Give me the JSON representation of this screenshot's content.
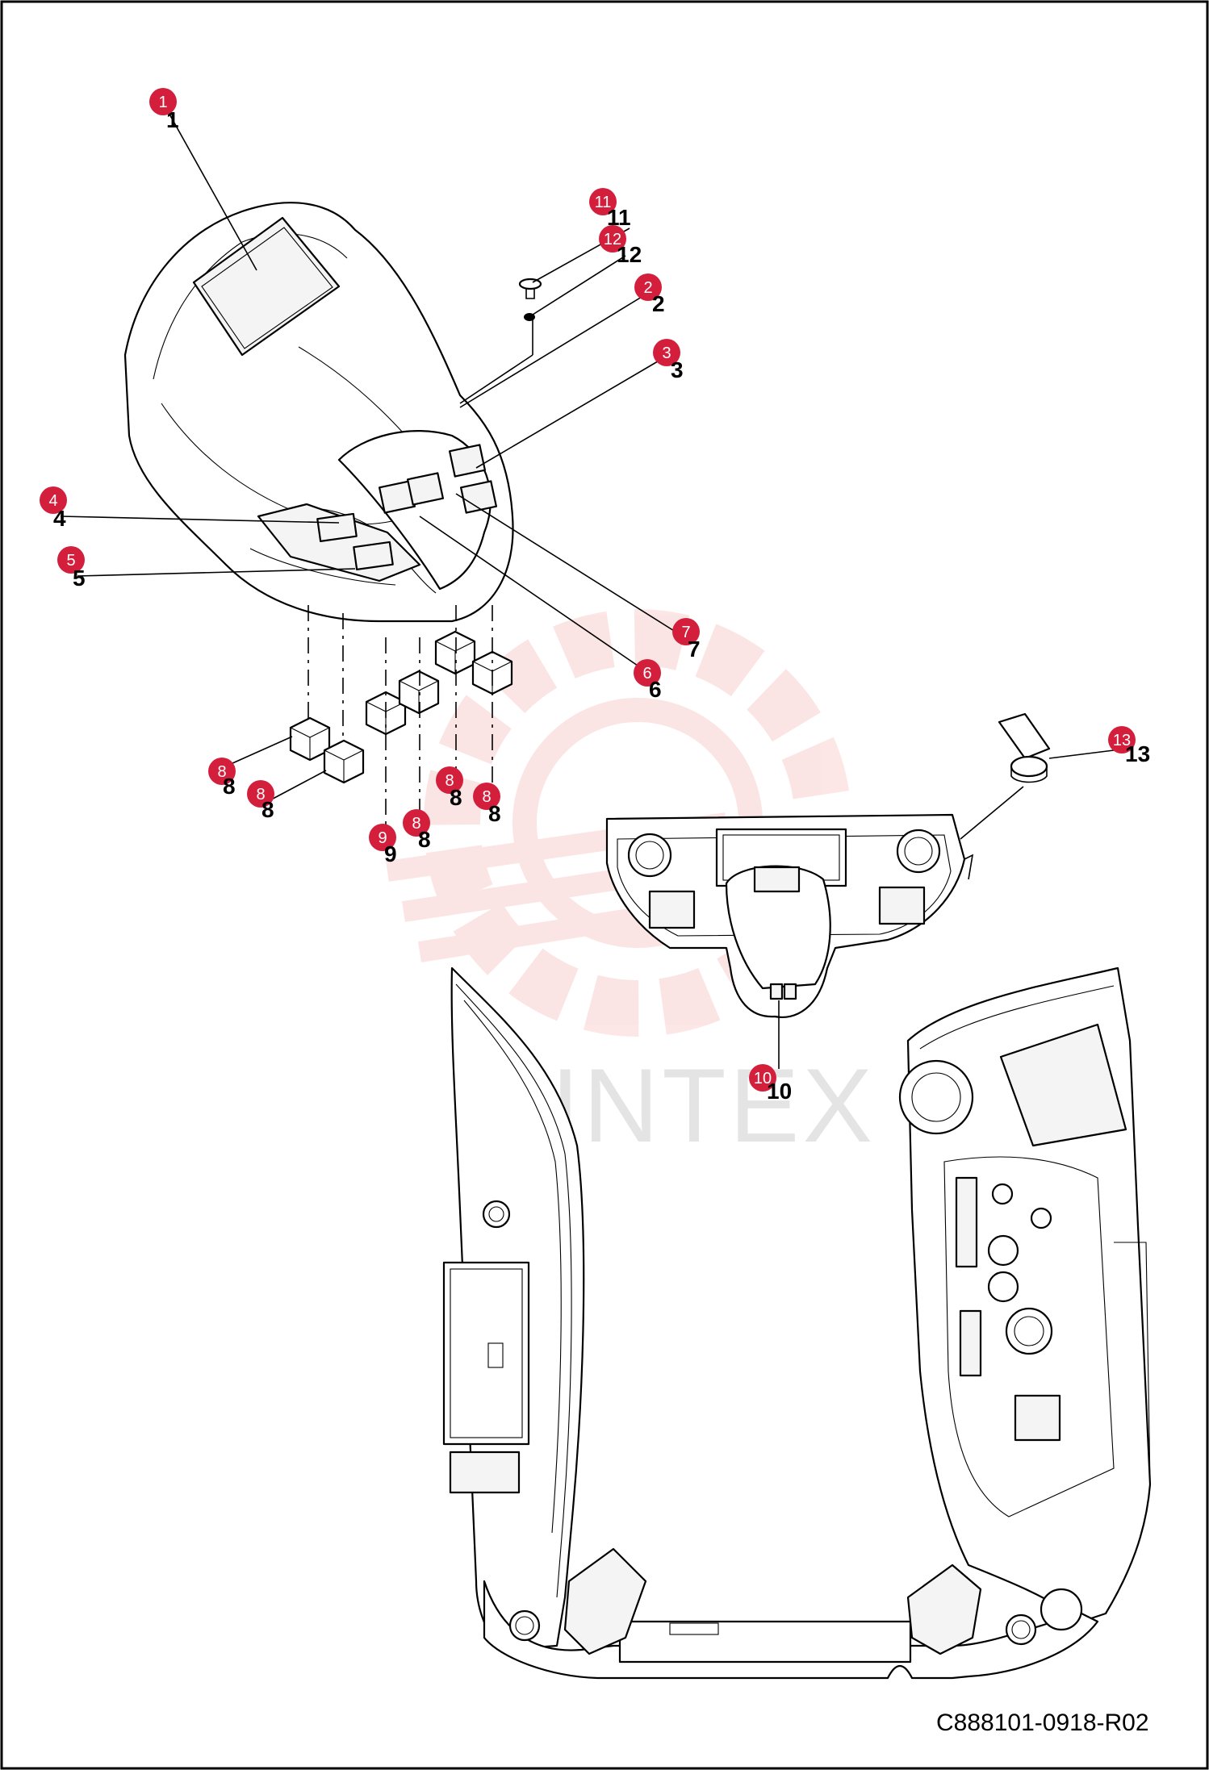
{
  "doc_id": "C888101-0918-R02",
  "watermark": "MINTEX",
  "colors": {
    "callout": "#d41f3c",
    "watermark": "#e8423a",
    "frame": "#000000"
  },
  "callouts": [
    {
      "badge": "1",
      "label": "1"
    },
    {
      "badge": "2",
      "label": "2"
    },
    {
      "badge": "3",
      "label": "3"
    },
    {
      "badge": "4",
      "label": "4"
    },
    {
      "badge": "5",
      "label": "5"
    },
    {
      "badge": "6",
      "label": "6"
    },
    {
      "badge": "7",
      "label": "7"
    },
    {
      "badge": "8",
      "label": "8"
    },
    {
      "badge": "8",
      "label": "8"
    },
    {
      "badge": "8",
      "label": "8"
    },
    {
      "badge": "8",
      "label": "8"
    },
    {
      "badge": "8",
      "label": "8"
    },
    {
      "badge": "9",
      "label": "9"
    },
    {
      "badge": "10",
      "label": "10"
    },
    {
      "badge": "11",
      "label": "11"
    },
    {
      "badge": "12",
      "label": "12"
    },
    {
      "badge": "13",
      "label": "13"
    }
  ]
}
